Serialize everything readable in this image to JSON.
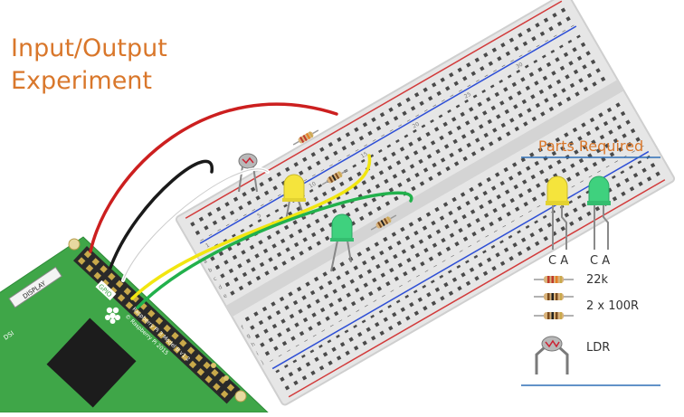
{
  "title": {
    "line1": "Input/Output",
    "line2": "Experiment"
  },
  "parts": {
    "heading": "Parts Required",
    "led_yellow": "C A",
    "led_green": "C A",
    "resistor_22k": "22k",
    "resistor_100r": "2 x 100R",
    "ldr": "LDR"
  },
  "board": {
    "gpio_label": "GPIO",
    "model_text": "Raspberry Pi 3 Model B v1.2",
    "copyright_text": "© Raspberry Pi 2015",
    "display_text": "DISPLAY",
    "dsi_text": "DSI"
  },
  "breadboard": {
    "row_letters": [
      "a",
      "b",
      "c",
      "d",
      "e",
      "f",
      "g",
      "h",
      "i",
      "j"
    ],
    "column_numbers": [
      "1",
      "5",
      "10",
      "15",
      "20",
      "25",
      "30"
    ]
  },
  "colors": {
    "title": "#d9772b",
    "parts_line": "#2e6fb5",
    "board_green": "#3fa648",
    "wire_red": "#cc1f1f",
    "wire_black": "#1a1a1a",
    "wire_yellow": "#f2e610",
    "wire_green": "#22b14c",
    "led_yellow": "#f5e43c",
    "led_green": "#3fd17e"
  }
}
